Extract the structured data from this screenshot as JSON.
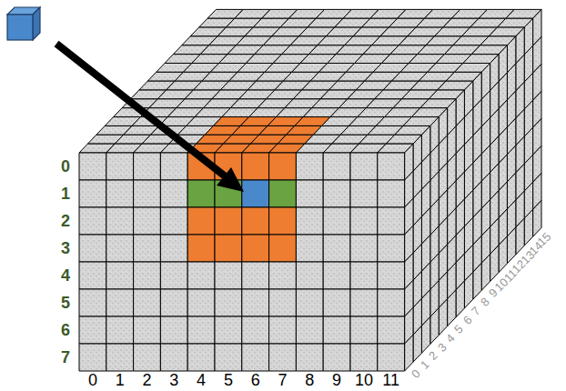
{
  "diagram": {
    "labels": [
      "0",
      "1",
      "2",
      "3",
      "4",
      "5",
      "6",
      "7",
      "0",
      "1",
      "2",
      "3",
      "4",
      "5",
      "6",
      "7",
      "8",
      "9",
      "10",
      "11",
      "0",
      "1",
      "2",
      "3",
      "4",
      "5",
      "6",
      "7",
      "8",
      "9",
      "10",
      "11",
      "12",
      "13",
      "14",
      "15"
    ]
  }
}
